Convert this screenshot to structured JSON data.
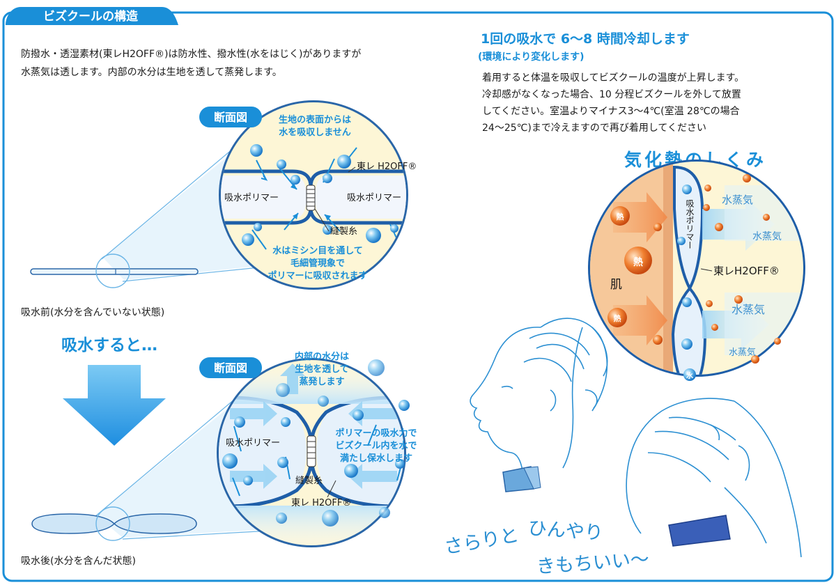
{
  "header": {
    "title": "ビズクールの構造"
  },
  "intro": {
    "line1": "防撥水・透湿素材(東レH2OFF®)は防水性、撥水性(水をはじく)がありますが",
    "line2": "水蒸気は透します。内部の水分は生地を透して蒸発します。"
  },
  "before": {
    "badge": "断面図",
    "note_top": [
      "生地の表面からは",
      "水を吸収しません"
    ],
    "fabric": "東レ H2OFF®",
    "polymer_left": "吸水ポリマー",
    "polymer_right": "吸水ポリマー",
    "seam": "縫製糸",
    "note_bottom": [
      "水はミシン目を通して",
      "毛細管現象で",
      "ポリマーに吸収されます"
    ],
    "caption": "吸水前(水分を含んでいない状態)"
  },
  "transition": {
    "label": "吸水すると…"
  },
  "after": {
    "badge": "断面図",
    "note_top": [
      "内部の水分は",
      "生地を透して",
      "蒸発します"
    ],
    "polymer": "吸水ポリマー",
    "note_right": [
      "ポリマーの吸水力で",
      "ビズクール内を水で",
      "満たし保水します"
    ],
    "seam": "縫製糸",
    "fabric": "東レ H2OFF®",
    "caption": "吸水後(水分を含んだ状態)"
  },
  "cooling": {
    "title": "1回の吸水で 6〜8 時間冷却します",
    "subtitle": "(環境により変化します)",
    "lines": [
      "着用すると体温を吸収してビズクールの温度が上昇します。",
      "冷却感がなくなった場合、10 分程ビズクールを外して放置",
      "してください。室温よりマイナス3〜4℃(室温 28℃の場合",
      "24〜25℃)まで冷えますので再び着用してください"
    ]
  },
  "mechanism": {
    "title": "気化熱のしくみ",
    "skin": "肌",
    "heat": "熱",
    "polymer": "吸水ポリマー",
    "fabric": "東レH2OFF®",
    "vapor": "水蒸気",
    "water": "水"
  },
  "slogan": {
    "line1a": "さらりと",
    "line1b": "ひんやり",
    "line2": "きもちいい〜"
  },
  "colors": {
    "accent": "#1a8fd8",
    "dark": "#174a7a",
    "cream": "#fdf6d6",
    "heat": "#e8641c",
    "skin": "#f6c89a"
  }
}
